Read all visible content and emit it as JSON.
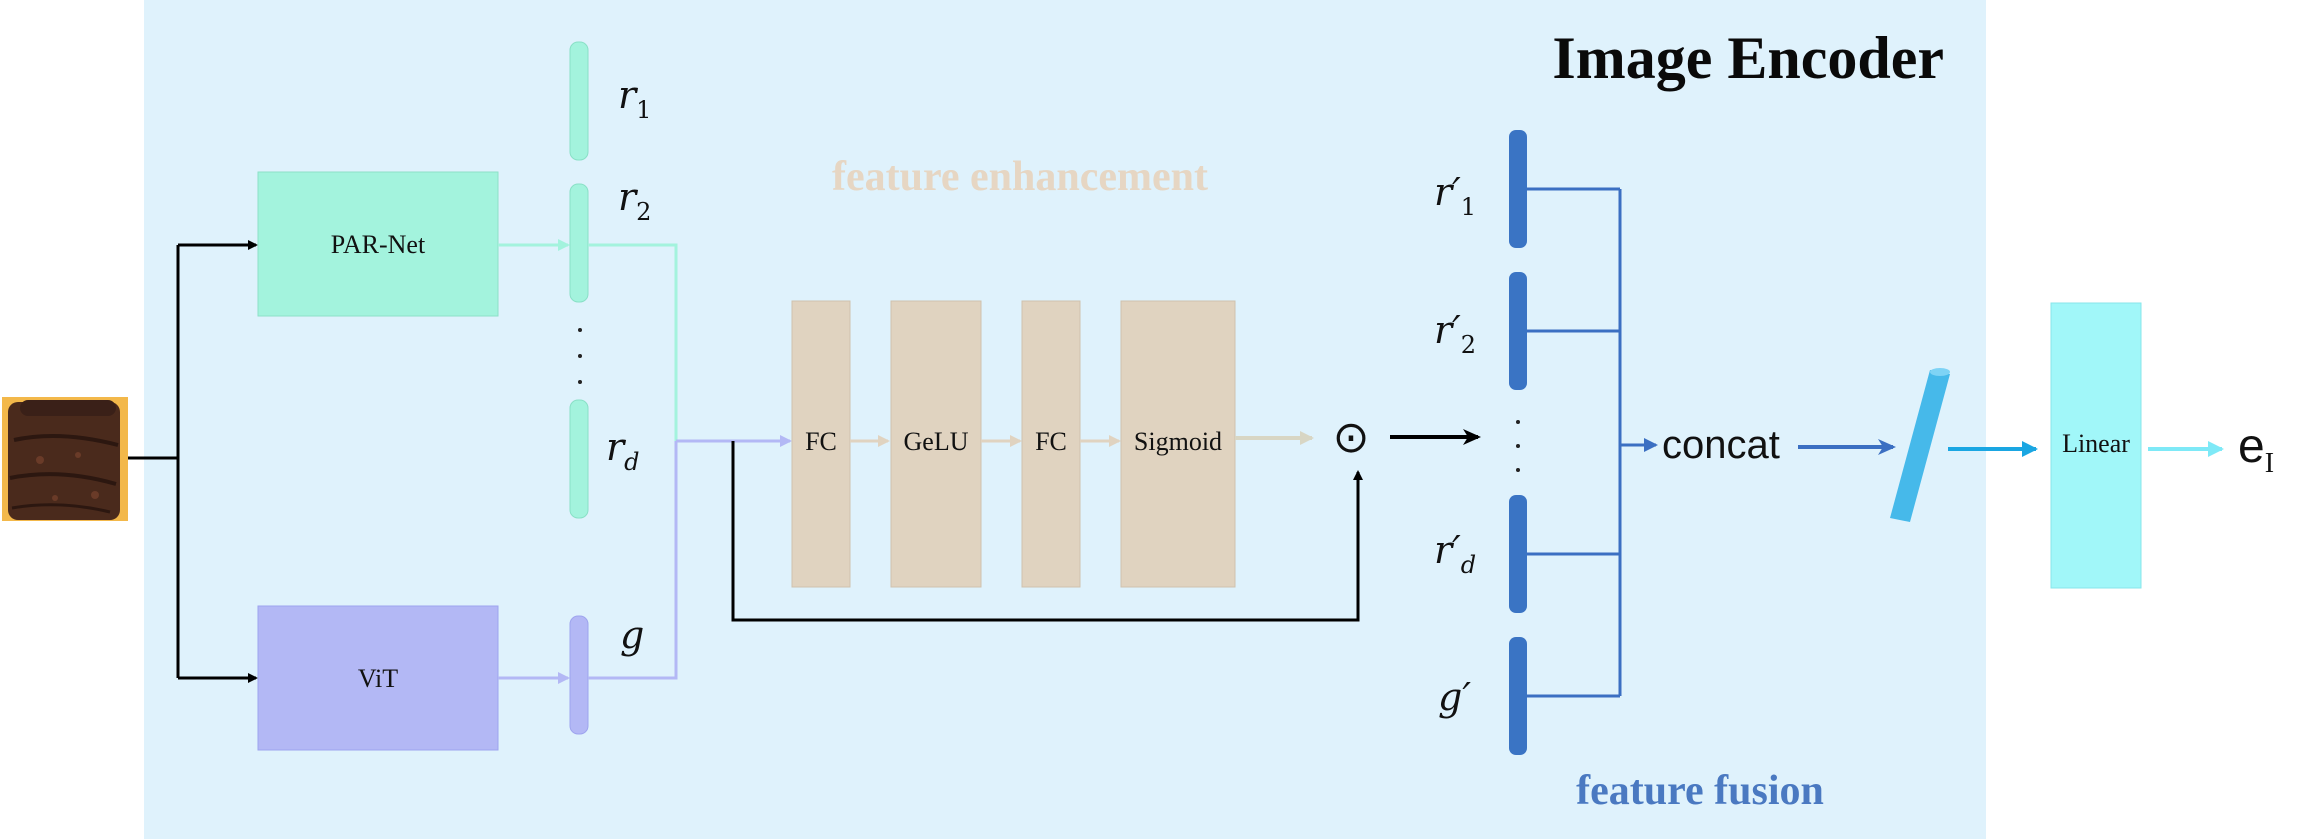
{
  "title": "Image Encoder",
  "sections": {
    "enhancement": "feature enhancement",
    "fusion": "feature fusion"
  },
  "blocks": {
    "par_net": "PAR-Net",
    "vit": "ViT",
    "fc1": "FC",
    "gelu": "GeLU",
    "fc2": "FC",
    "sigmoid": "Sigmoid",
    "linear": "Linear",
    "concat": "concat"
  },
  "features": {
    "r1": "r",
    "r1_sub": "1",
    "r2": "r",
    "r2_sub": "2",
    "rd": "r",
    "rd_sub": "d",
    "g": "g",
    "r1p": "r′",
    "r1p_sub": "1",
    "r2p": "r′",
    "r2p_sub": "2",
    "rdp": "r′",
    "rdp_sub": "d",
    "gp": "g′"
  },
  "symbols": {
    "hadamard": "⊙",
    "ellipsis": "·"
  },
  "output": {
    "base": "e",
    "sub": "I"
  },
  "colors": {
    "panel": "#dff2fc",
    "par_net": "#a3f3dd",
    "vit": "#b3b8f5",
    "enhance_block": "#e0d3c0",
    "fusion_bar": "#3a74c4",
    "linear": "#a1f7f9",
    "enhance_text": "#e6d6c3",
    "fusion_text": "#4a79c1",
    "slanted_bar": "#46b9ea"
  }
}
